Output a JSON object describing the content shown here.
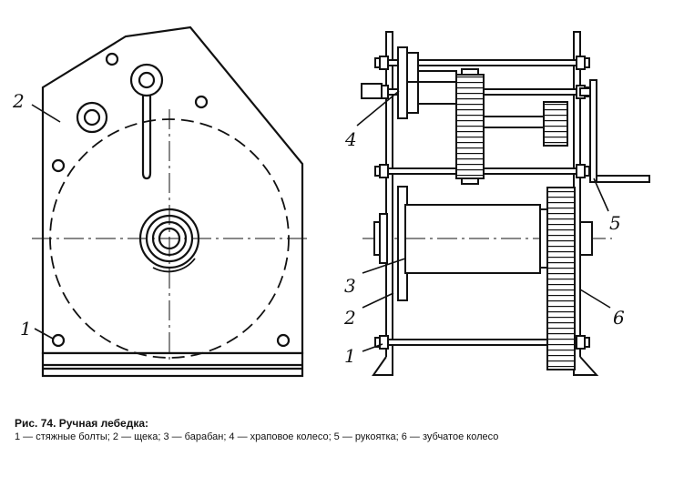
{
  "figure": {
    "front_view_labels": {
      "cheek": "2",
      "bolt": "1"
    },
    "side_view_labels": {
      "ratchet": "4",
      "handle": "5",
      "drum": "3",
      "cheek": "2",
      "gear": "6",
      "bolt": "1"
    }
  },
  "caption": {
    "title": "Рис. 74. Ручная лебедка:",
    "legend": "1 — стяжные болты; 2 — щека; 3 — барабан; 4 — храповое колесо; 5 — рукоятка; 6 — зубчатое колесо"
  }
}
